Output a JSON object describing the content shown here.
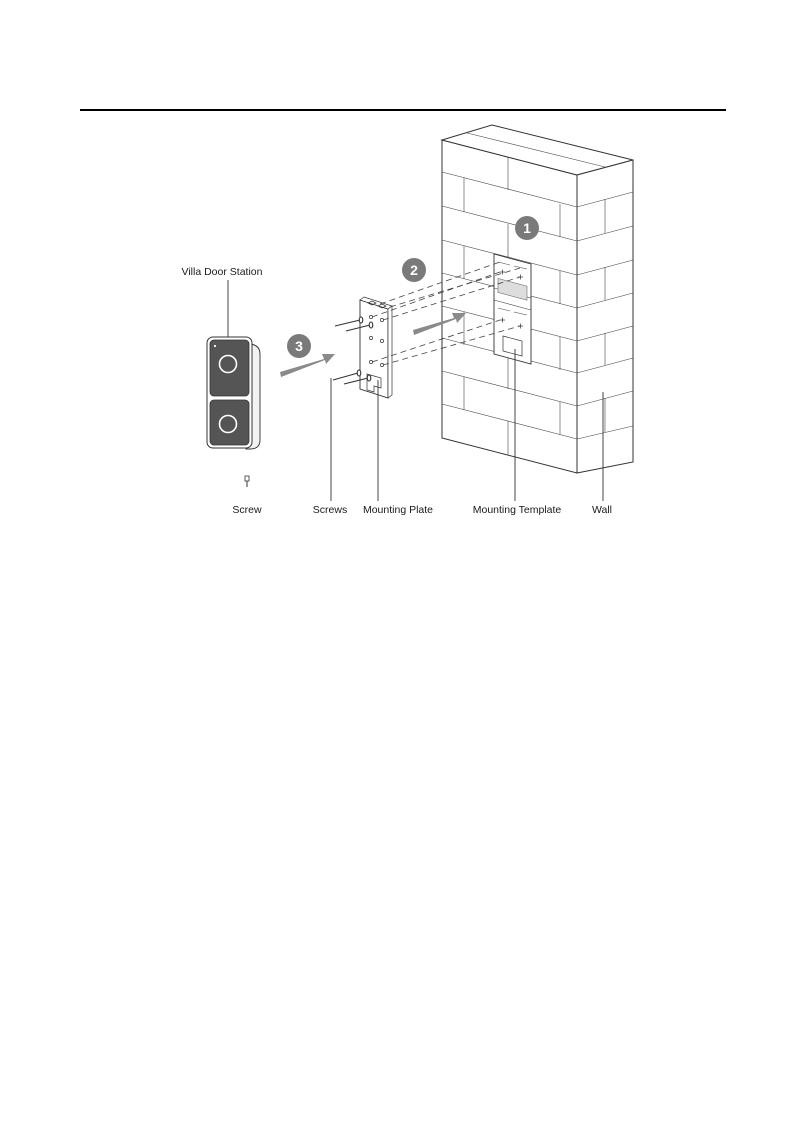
{
  "labels": {
    "villa_door_station": "Villa Door Station",
    "screw": "Screw",
    "screws": "Screws",
    "mounting_plate": "Mounting Plate",
    "mounting_template": "Mounting Template",
    "wall": "Wall"
  },
  "steps": [
    "1",
    "2",
    "3"
  ],
  "colors": {
    "step_badge": "#7a7a7a",
    "arrow": "#8a8a8a",
    "line": "#333333"
  }
}
